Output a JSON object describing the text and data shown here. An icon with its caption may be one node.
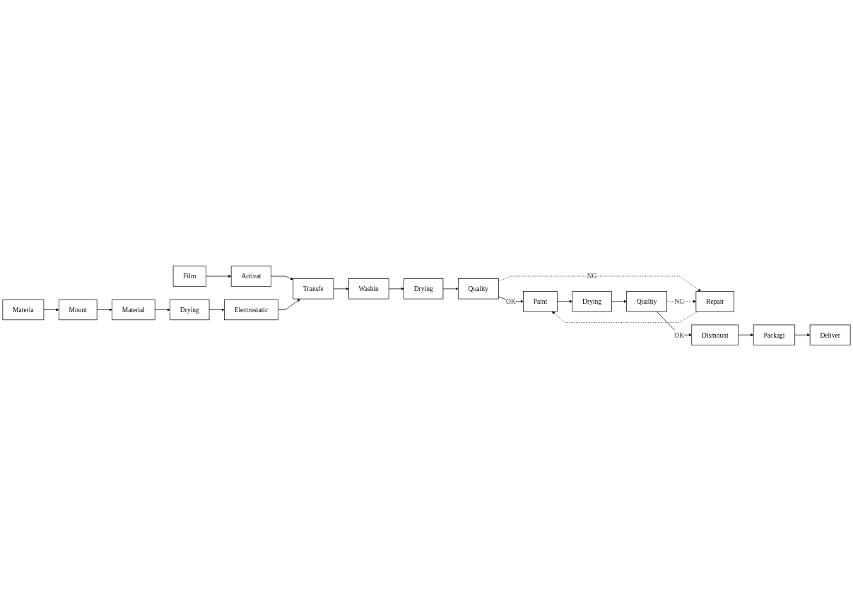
{
  "diagram": {
    "nodes": [
      {
        "text": [
          "Film"
        ]
      },
      {
        "text": [
          "Materia"
        ]
      },
      {
        "text": [
          "Mount"
        ]
      },
      {
        "text": [
          "Material"
        ]
      },
      {
        "text": [
          "Drying"
        ]
      },
      {
        "text": [
          "Activat"
        ]
      },
      {
        "text": [
          "Electrostatic"
        ]
      },
      {
        "text": [
          "Transfe"
        ]
      },
      {
        "text": [
          "Washin"
        ]
      },
      {
        "text": [
          "Drying"
        ]
      },
      {
        "text": [
          "Paint"
        ]
      },
      {
        "text": [
          "Quality"
        ]
      },
      {
        "text": [
          "Drying"
        ]
      },
      {
        "text": [
          "Repair"
        ]
      },
      {
        "text": [
          "Quality"
        ]
      },
      {
        "text": [
          "Dismount"
        ]
      },
      {
        "text": [
          "Packagi"
        ]
      },
      {
        "text": [
          "Deliver"
        ]
      }
    ],
    "edges": [
      {
        "from": 0,
        "to": 5,
        "arrow": "to"
      },
      {
        "from": 1,
        "to": 2,
        "arrow": "to"
      },
      {
        "from": 2,
        "to": 3,
        "arrow": "to"
      },
      {
        "from": 3,
        "to": 4,
        "arrow": "to"
      },
      {
        "from": 4,
        "to": 6,
        "arrow": "to"
      },
      {
        "from": 5,
        "to": 7,
        "arrow": "to"
      },
      {
        "from": 6,
        "to": 7,
        "arrow": "to"
      },
      {
        "from": 7,
        "to": 8,
        "arrow": "to"
      },
      {
        "from": 8,
        "to": 12,
        "arrow": "to"
      },
      {
        "from": 12,
        "to": 11,
        "arrow": "to"
      },
      {
        "from": 11,
        "to": 10,
        "arrow": "to",
        "label": "OK"
      },
      {
        "from": 10,
        "to": 9,
        "arrow": "to"
      },
      {
        "from": 11,
        "to": 13,
        "arrow": "to",
        "label": "NG",
        "style": "dashed"
      },
      {
        "from": 13,
        "to": 10,
        "arrow": "to",
        "style": "dashed"
      },
      {
        "from": 9,
        "to": 14,
        "arrow": "to"
      },
      {
        "from": 14,
        "to": 13,
        "arrow": "to",
        "label": "NG",
        "style": "dashed"
      },
      {
        "from": 14,
        "to": 15,
        "arrow": "to",
        "label": "OK"
      },
      {
        "from": 15,
        "to": 16,
        "arrow": "to"
      },
      {
        "from": 16,
        "to": 17,
        "arrow": "to"
      }
    ]
  }
}
